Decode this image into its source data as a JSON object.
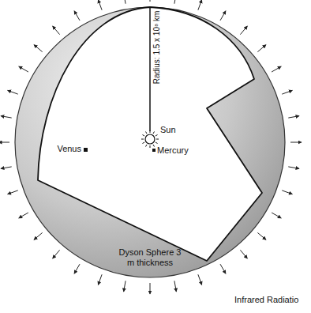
{
  "diagram": {
    "labels": [
      "Radius: 1.5 x 10⁸ km",
      "Venus",
      "Sun",
      "Mercury",
      "Dyson Sphere 3 m thickness",
      "Infrared Radiatio"
    ]
  }
}
